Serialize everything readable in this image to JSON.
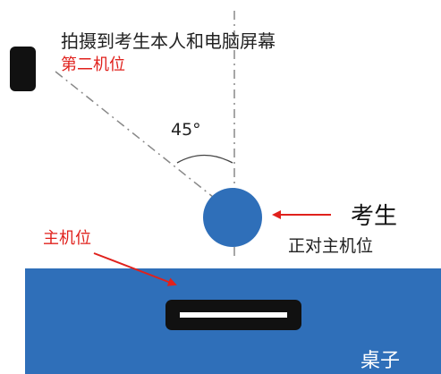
{
  "labels": {
    "caption": "拍摄到考生本人和电脑屏幕",
    "second_position": "第二机位",
    "angle": "45°",
    "examinee_title": "考生",
    "examinee_subtitle": "正对主机位",
    "main_position": "主机位",
    "desk": "桌子"
  },
  "colors": {
    "desk": "#2f6fb9",
    "examinee": "#2f6fb9",
    "red_annotation": "#e0211c",
    "device": "#111111",
    "guide_line": "#888888"
  },
  "icons": {
    "second_camera": "phone-icon",
    "main_camera": "monitor-icon",
    "examinee": "person-circle-icon"
  }
}
